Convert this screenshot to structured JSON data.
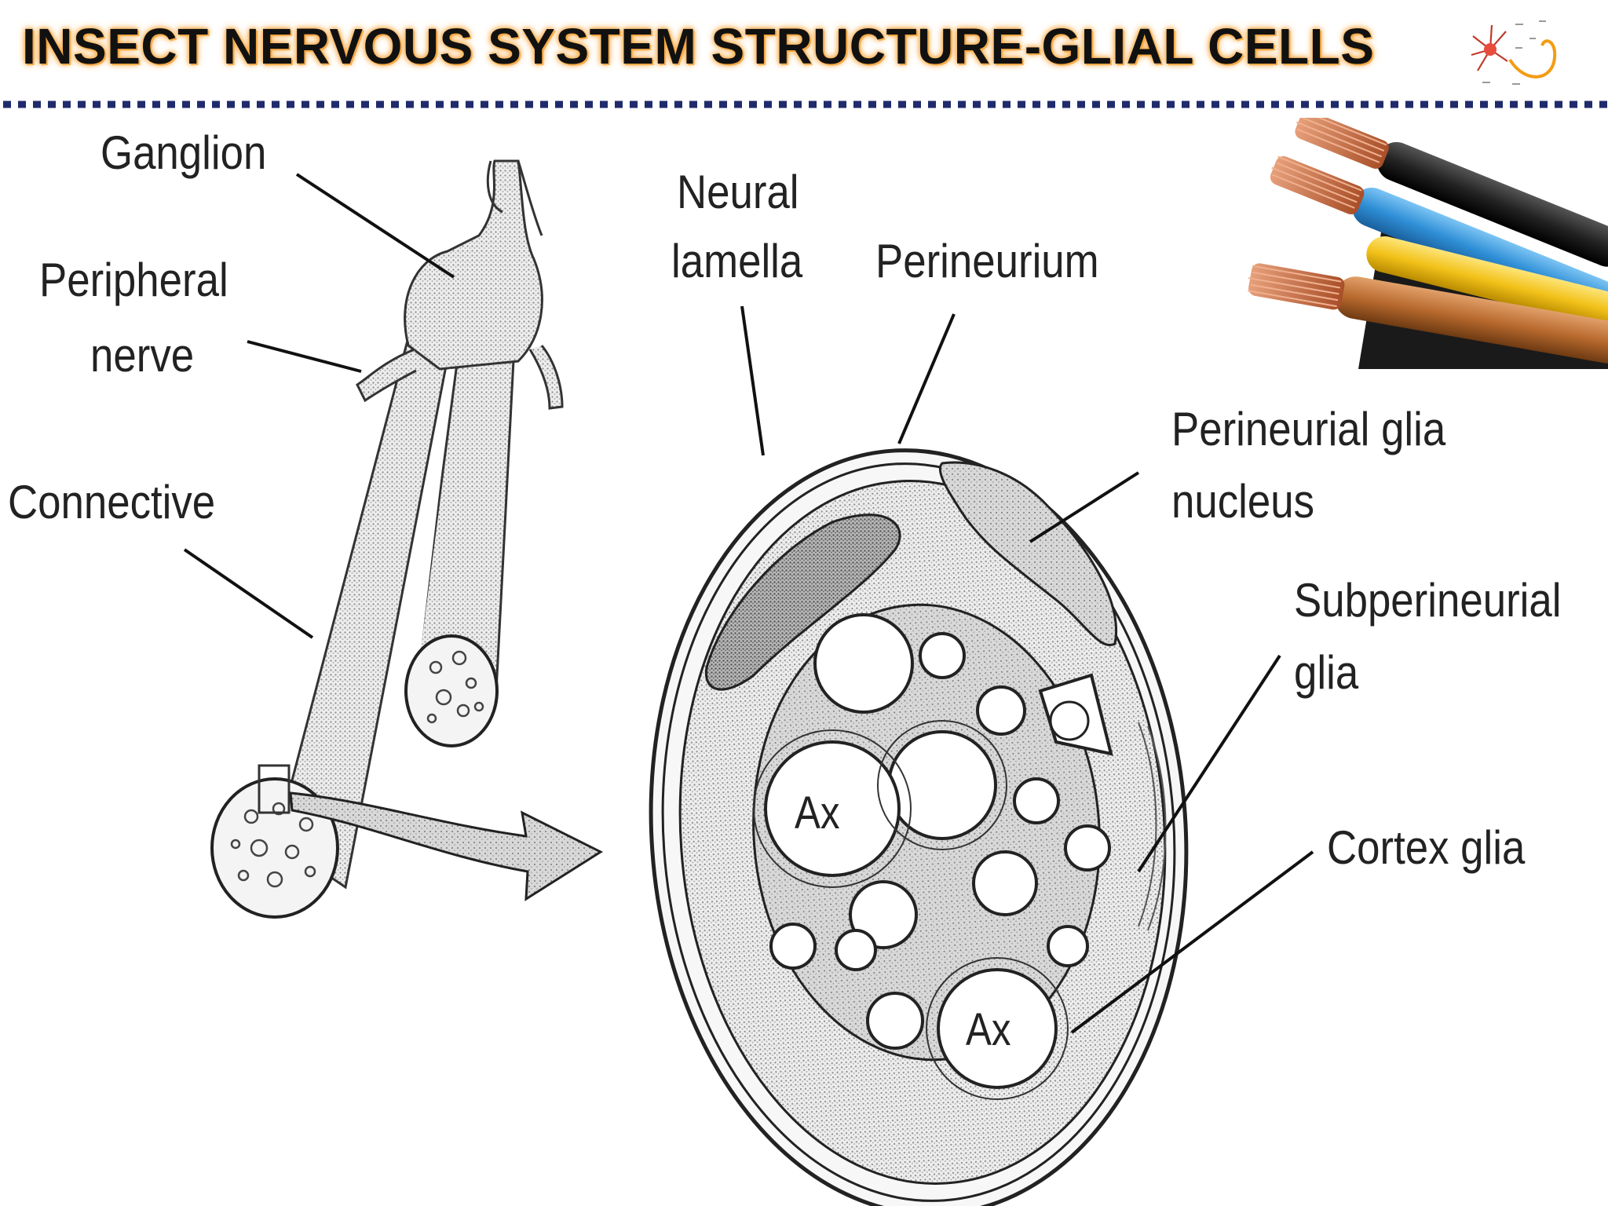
{
  "header": {
    "title": "INSECT NERVOUS SYSTEM STRUCTURE-GLIAL CELLS",
    "logo_icon": "neuron-icon",
    "title_color": "#111111",
    "title_glow_color": "#f7a53a",
    "divider_color": "#1f2b6b"
  },
  "diagram": {
    "labels": {
      "ganglion": "Ganglion",
      "peripheral_nerve_1": "Peripheral",
      "peripheral_nerve_2": "nerve",
      "connective": "Connective",
      "neural_lamella_1": "Neural",
      "neural_lamella_2": "lamella",
      "perineurium": "Perineurium",
      "perineurial_glia_nucleus_1": "Perineurial glia",
      "perineurial_glia_nucleus_2": "nucleus",
      "subperineurial_glia_1": "Subperineurial",
      "subperineurial_glia_2": "glia",
      "cortex_glia": "Cortex glia",
      "axon_1": "Ax",
      "axon_2": "Ax"
    },
    "cable_icon": "electrical-cable-icon",
    "cable_colors": [
      "#1b1b1b",
      "#2f8fd6",
      "#f2c21a",
      "#b86a2e"
    ],
    "copper_color": "#c8734a"
  }
}
